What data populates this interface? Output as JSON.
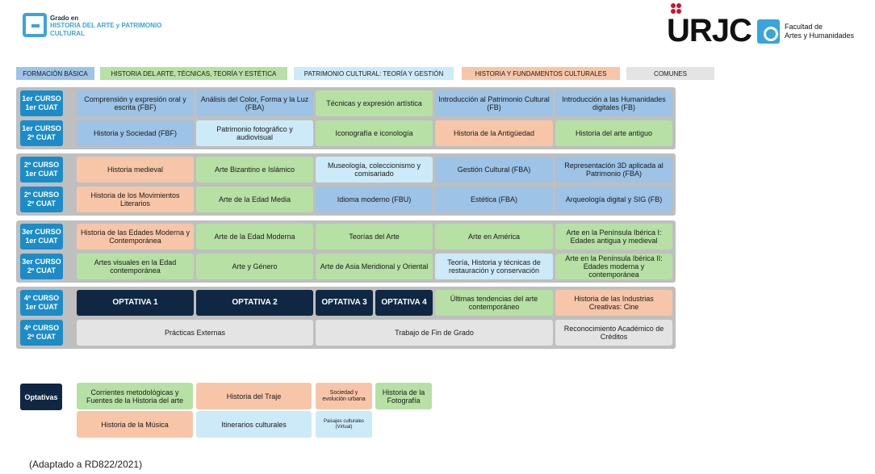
{
  "header": {
    "program_line1": "Grado en",
    "program_line2": "HISTORIA DEL ARTE y PATRIMONIO CULTURAL",
    "university": "URJC",
    "faculty": "Facultad de\nArtes y Humanidades"
  },
  "legend": {
    "basica": "FORMACIÓN BÁSICA",
    "historia": "HISTORIA DEL ARTE, TÉCNICAS, TEORÍA Y ESTÉTICA",
    "patrimonio": "PATRIMONIO CULTURAL: TEORÍA Y GESTIÓN",
    "fundamentos": "HISTORIA Y FUNDAMENTOS CULTURALES",
    "comunes": "COMUNES"
  },
  "labels": {
    "c1q1": "1er CURSO\n1er CUAT",
    "c1q2": "1er CURSO\n2º CUAT",
    "c2q1": "2º CURSO\n1er CUAT",
    "c2q2": "2º CURSO\n2º CUAT",
    "c3q1": "3er CURSO\n1er CUAT",
    "c3q2": "3er CURSO\n2º CUAT",
    "c4q1": "4º CURSO\n1er CUAT",
    "c4q2": "4º CURSO\n2º CUAT"
  },
  "courses": {
    "c1q1": [
      "Comprensión y expresión oral y escrita (FBF)",
      "Análisis del Color, Forma y la Luz (FBA)",
      "Técnicas y expresión artística",
      "Introducción al Patrimonio Cultural (FB)",
      "Introducción a las Humanidades digitales (FB)"
    ],
    "c1q2": [
      "Historia y Sociedad (FBF)",
      "Patrimonio fotográfico y audiovisual",
      "Iconografía e iconología",
      "Historia de la Antigüedad",
      "Historia del arte antiguo"
    ],
    "c2q1": [
      "Historia medieval",
      "Arte Bizantino e Islámico",
      "Museología, coleccionismo y comisariado",
      "Gestión Cultural (FBA)",
      "Representación 3D aplicada al Patrimonio (FBA)"
    ],
    "c2q2": [
      "Historia de los Movimientos Literarios",
      "Arte de la Edad Media",
      "Idioma moderno (FBU)",
      "Estética (FBA)",
      "Arqueología digital y SIG (FB)"
    ],
    "c3q1": [
      "Historia de las Edades Moderna y Contemporánea",
      "Arte de la Edad Moderna",
      "Teorías del Arte",
      "Arte en América",
      "Arte en la Península Ibérica I: Edades antigua y medieval"
    ],
    "c3q2": [
      "Artes visuales en la Edad contemporánea",
      "Arte y Género",
      "Arte de Asia Meridional y Oriental",
      "Teoría, Historia y técnicas de restauración y conservación",
      "Arte en la Península Ibérica II: Edades moderna y contemporánea"
    ],
    "c4q1": [
      "OPTATIVA 1",
      "OPTATIVA 2",
      "OPTATIVA 3",
      "OPTATIVA 4",
      "Últimas tendencias del arte contemporáneo",
      "Historia de las Industrias Creativas: Cine"
    ],
    "c4q2": [
      "Prácticas Externas",
      "Trabajo de Fin de Grado",
      "Reconocimiento Académico de Créditos"
    ]
  },
  "optativas": {
    "label": "Optativas",
    "items": [
      "Corrientes metodológicas y Fuentes de la Historia del arte",
      "Historia del Traje",
      "Sociedad y evolución urbana",
      "Historia de la Fotografía",
      "Historia de la Música",
      "Itinerarios culturales",
      "Paisajes culturales (Virtual)"
    ]
  },
  "footer": "(Adaptado a RD822/2021)",
  "colors": {
    "basica": "#9dc3e6",
    "historia": "#b6e0a4",
    "patrimonio": "#cdeaf8",
    "fundamentos": "#f7c6a8",
    "comunes": "#e4e4e4",
    "optativa": "#0f2742",
    "curso_label": "#1c8cc8"
  }
}
